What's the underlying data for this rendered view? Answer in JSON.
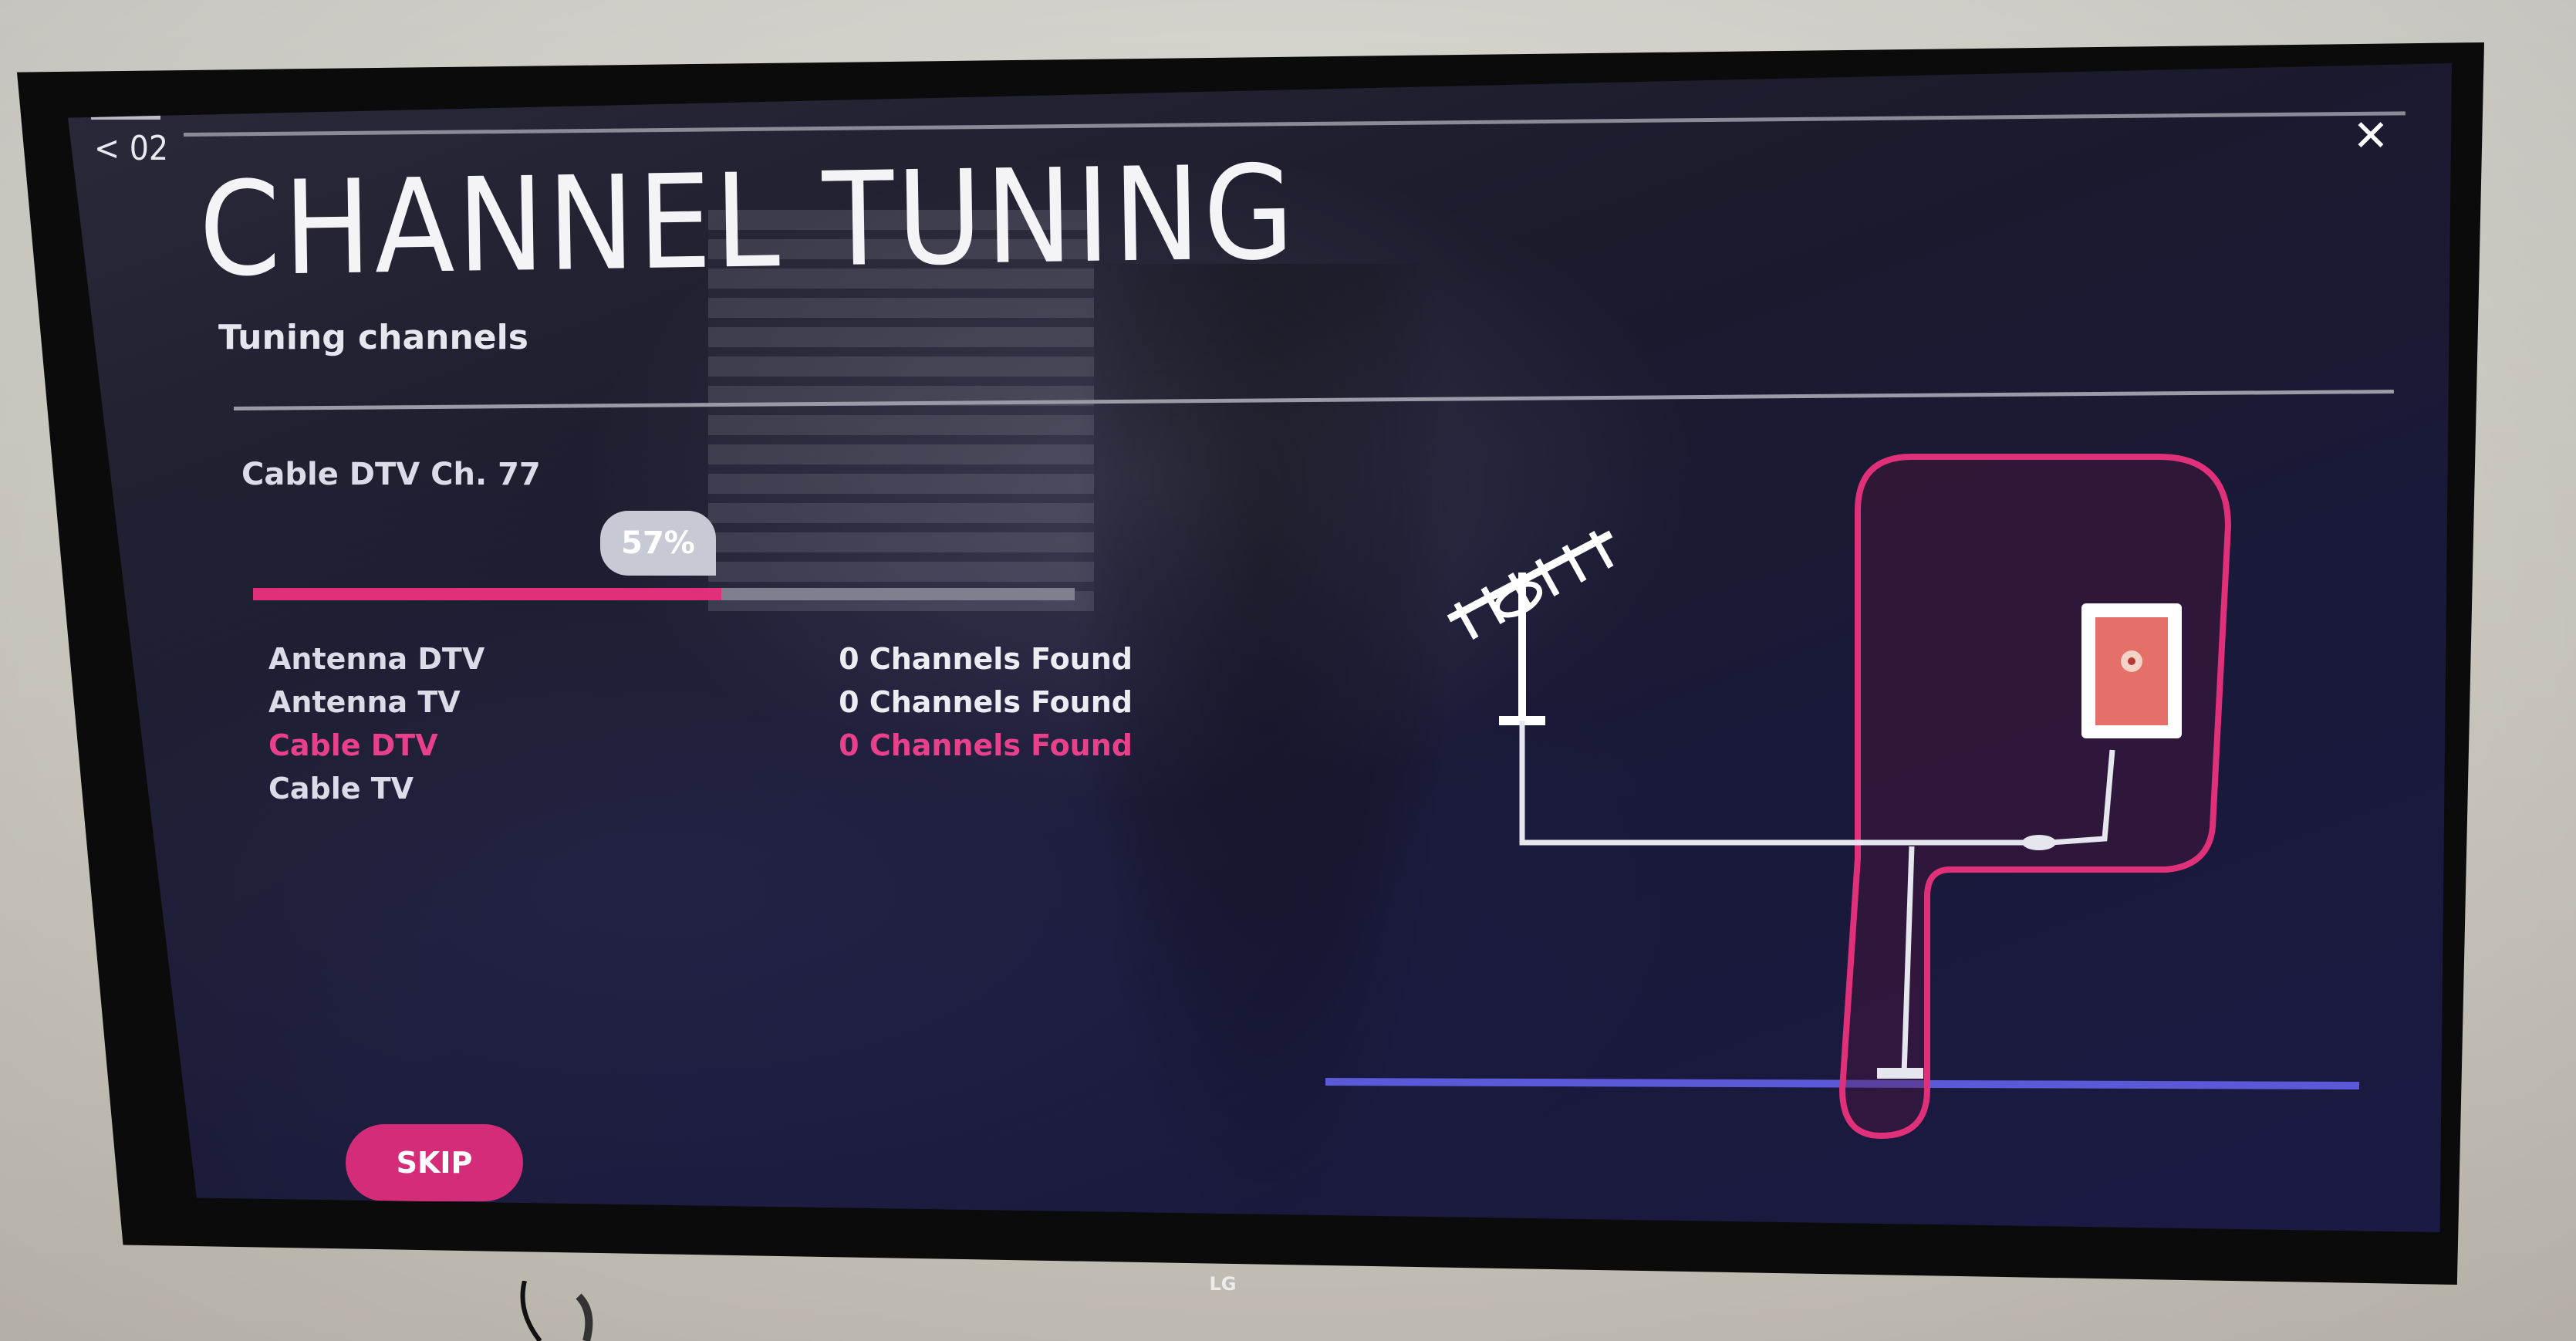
{
  "header": {
    "step_label": "< 02",
    "title": "CHANNEL TUNING",
    "subtitle": "Tuning channels"
  },
  "status": {
    "current_channel": "Cable DTV Ch. 77",
    "progress_percent": 57,
    "progress_label": "57%"
  },
  "results": [
    {
      "name": "Antenna DTV",
      "count": "0 Channels Found"
    },
    {
      "name": "Antenna TV",
      "count": "0 Channels Found"
    },
    {
      "name": "Cable DTV",
      "count": "0 Channels Found"
    },
    {
      "name": "Cable TV",
      "count": ""
    }
  ],
  "buttons": {
    "skip_label": "SKIP"
  },
  "icons": {
    "close": "close-icon",
    "antenna": "antenna-icon",
    "wall_outlet": "wall-outlet-icon"
  },
  "device": {
    "brand": "LG"
  },
  "colors": {
    "accent": "#e0307a",
    "screen_bg": "#1b1b2c",
    "highlight_text": "#e8408a"
  }
}
